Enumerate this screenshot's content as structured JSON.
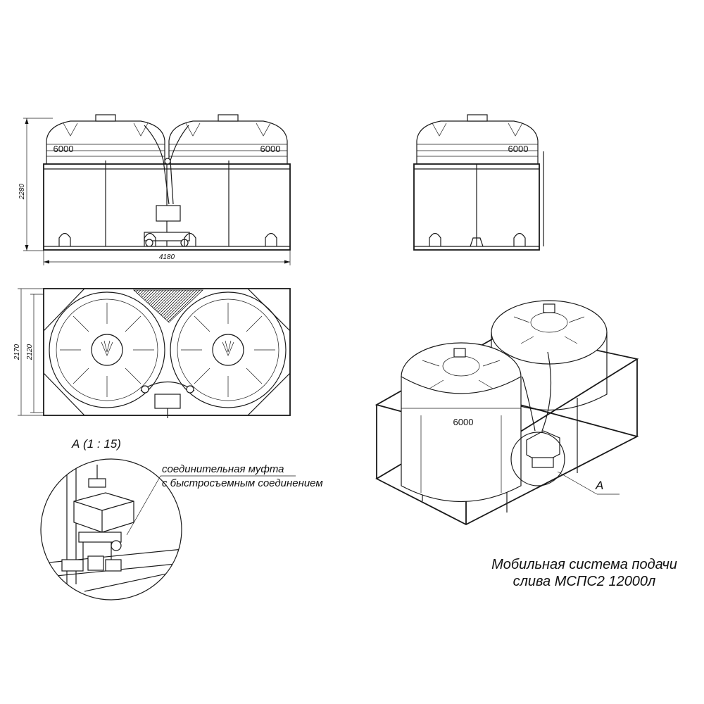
{
  "dimensions": {
    "front_height": "2280",
    "front_width": "4180",
    "top_outer_height": "2170",
    "top_inner_height": "2120"
  },
  "tank_label": "6000",
  "detail": {
    "heading": "А (1 : 15)",
    "callout_line1": "соединительная муфта",
    "callout_line2": "с быстросъемным соединением",
    "marker": "А"
  },
  "title": {
    "line1": "Мобильная система подачи",
    "line2": "слива МСПС2 12000л"
  }
}
